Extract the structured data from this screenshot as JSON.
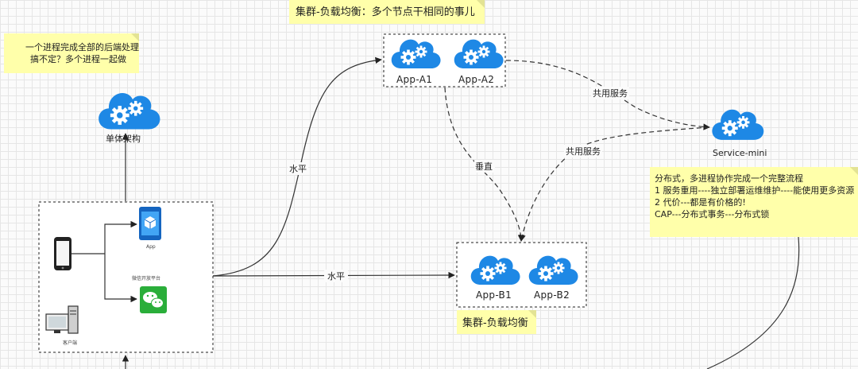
{
  "notes": {
    "top_title": "集群-负载均衡：多个节点干相同的事儿",
    "left_note_line1": "一个进程完成全部的后端处理",
    "left_note_line2": "搞不定？多个进程一起做",
    "bottom_title": "集群-负载均衡",
    "right_note_lines": [
      "分布式，多进程协作完成一个完整流程",
      "1  服务重用----独立部署运维维护----能使用更多资源",
      "2  代价---都是有价格的!",
      "CAP---分布式事务---分布式锁"
    ]
  },
  "nodes": {
    "monolith": "单体架构",
    "app_a1": "App-A1",
    "app_a2": "App-A2",
    "app_b1": "App-B1",
    "app_b2": "App-B2",
    "service_mini": "Service-mini",
    "client_app": "App",
    "client_wechat": "微信开放平台",
    "client_label": "客户端"
  },
  "edges": {
    "horizontal_up": "水平",
    "horizontal_right": "水平",
    "vertical": "垂直",
    "shared_service_1": "共用服务",
    "shared_service_2": "共用服务"
  },
  "colors": {
    "note": "#ffffaa",
    "cloud": "#1e88e5",
    "wechat": "#2aae3a",
    "phone": "#1565c0"
  }
}
